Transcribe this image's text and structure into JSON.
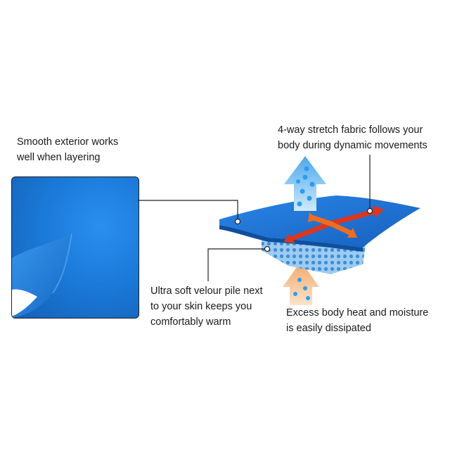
{
  "labels": {
    "exterior": [
      "Smooth exterior works",
      "well when layering"
    ],
    "stretch": [
      "4-way stretch fabric follows your",
      "body during dynamic movements"
    ],
    "velour": [
      "Ultra soft velour pile next",
      "to your skin keeps you",
      "comfortably warm"
    ],
    "heat": [
      "Excess body heat and moisture",
      "is easily dissipated"
    ]
  },
  "colors": {
    "fabric_blue": "#1a6fd0",
    "fabric_dark": "#0f4f9e",
    "arrow_red": "#e0351a",
    "arrow_orange": "#f36b1c",
    "up_arrow_blue": "#5bb8ef",
    "heat_gradient_top": "#f0b27a",
    "bubble_blue": "#2a9df4",
    "leader_line": "#222222"
  },
  "icons": {
    "up_arrow": "moisture-up-arrow-icon",
    "stretch_arrows": "four-way-stretch-arrows-icon",
    "heat_arrow": "heat-rising-arrow-icon"
  }
}
